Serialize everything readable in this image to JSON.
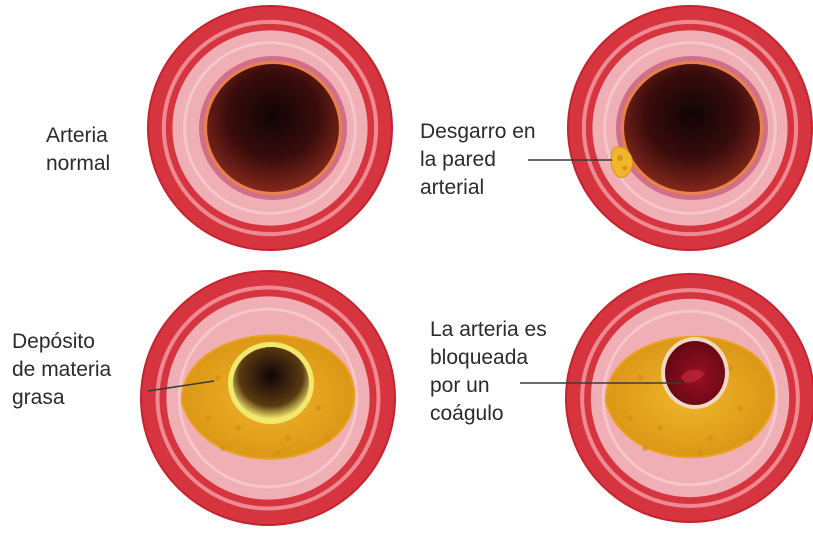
{
  "panels": [
    {
      "id": "normal",
      "stage": "normal",
      "label_lines": [
        "Arteria",
        "normal"
      ]
    },
    {
      "id": "tear",
      "stage": "tear",
      "label_lines": [
        "Desgarro en",
        "la pared",
        "arterial"
      ]
    },
    {
      "id": "fat",
      "stage": "fatty-deposit",
      "label_lines": [
        "Depósito",
        "de materia",
        "grasa"
      ]
    },
    {
      "id": "clot",
      "stage": "clot",
      "label_lines": [
        "La arteria es",
        "bloqueada",
        "por un",
        "coágulo"
      ]
    }
  ],
  "colors": {
    "outer_wall": "#d6343f",
    "outer_wall_edge": "#c42430",
    "wall_band": "#ef8a92",
    "media": "#f0aeb5",
    "intima": "#cf6f89",
    "lumen_dark": "#100406",
    "lumen_mid": "#8a2a1c",
    "lumen_edge": "#e8824a",
    "plaque": "#f0b62c",
    "plaque_dark": "#d99414",
    "fat_lumen_rim": "#f3e86e",
    "clot": "#9a0f22",
    "clot_dark": "#600812",
    "leader_line": "#3a3a3a"
  }
}
